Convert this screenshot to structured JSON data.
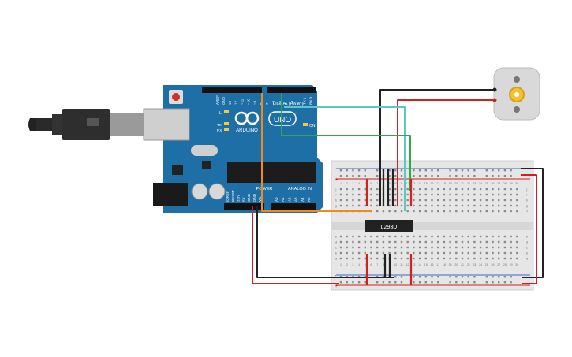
{
  "arduino": {
    "brand": "ARDUINO",
    "model": "UNO",
    "digital_label": "DIGITAL (PWM~)",
    "power_label": "POWER",
    "analog_label": "ANALOG IN",
    "on_label": "ON",
    "l_label": "L",
    "tx_label": "TX",
    "rx_label": "RX",
    "digital_pins": [
      "AREF",
      "GND",
      "13",
      "12",
      "~11",
      "~10",
      "~9",
      "8",
      "7",
      "~6",
      "~5",
      "4",
      "~3",
      "2",
      "TX 1",
      "RX 0"
    ],
    "power_pins": [
      "IOREF",
      "RESET",
      "3.3V",
      "5V",
      "GND",
      "GND",
      "Vin"
    ],
    "analog_pins": [
      "A0",
      "A1",
      "A2",
      "A3",
      "A4",
      "A5"
    ]
  },
  "chip": {
    "label": "L293D"
  },
  "breadboard": {
    "columns": [
      "1",
      "2",
      "3",
      "4",
      "5",
      "6",
      "7",
      "8",
      "9",
      "10",
      "11",
      "12",
      "13",
      "14",
      "15",
      "16",
      "17",
      "18",
      "19",
      "20",
      "21",
      "22",
      "23",
      "24",
      "25",
      "26",
      "27",
      "28",
      "29",
      "30"
    ],
    "rows_top": [
      "j",
      "i",
      "h",
      "g",
      "f"
    ],
    "rows_bottom": [
      "e",
      "d",
      "c",
      "b",
      "a"
    ],
    "plus": "+",
    "minus": "-"
  },
  "colors": {
    "board": "#1f6fa7",
    "breadboard": "#e6e6e6",
    "wire_black": "#222222",
    "wire_red": "#d02020",
    "wire_green": "#2ea84a",
    "wire_cyan": "#5ec6c6",
    "wire_orange": "#f08a1c",
    "motor_body": "#d9d9d9",
    "motor_gear": "#f2c230"
  }
}
